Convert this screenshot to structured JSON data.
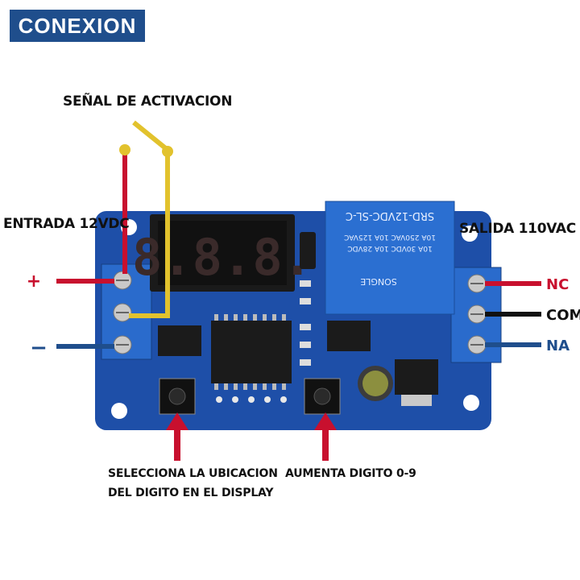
{
  "badge": {
    "title": "CONEXION"
  },
  "labels": {
    "signal": "SEÑAL DE ACTIVACION",
    "input": "ENTRADA 12VDC",
    "output": "SALIDA 110VAC",
    "plus": "+",
    "minus": "−",
    "nc": "NC",
    "com": "COM",
    "na": "NA",
    "button_left_line1": "SELECCIONA LA UBICACION",
    "button_left_line2": "DEL DIGITO EN EL DISPLAY",
    "button_right": "AUMENTA DIGITO 0-9"
  },
  "board": {
    "display_digits": "8.8.8.",
    "relay_model": "SRD-12VDC-SL-C",
    "relay_rating_1": "10A 250VAC  10A 125VAC",
    "relay_rating_2": "10A 30VDC  10A 28VDC",
    "relay_brand": "SONGLE"
  },
  "colors": {
    "badge": "#1f4e8c",
    "board": "#1e4fa8",
    "wire_red": "#c8102e",
    "wire_black": "#111111",
    "wire_blue": "#1f4e8c",
    "wire_yellow": "#e2c22d",
    "relay": "#2b6fd1"
  }
}
